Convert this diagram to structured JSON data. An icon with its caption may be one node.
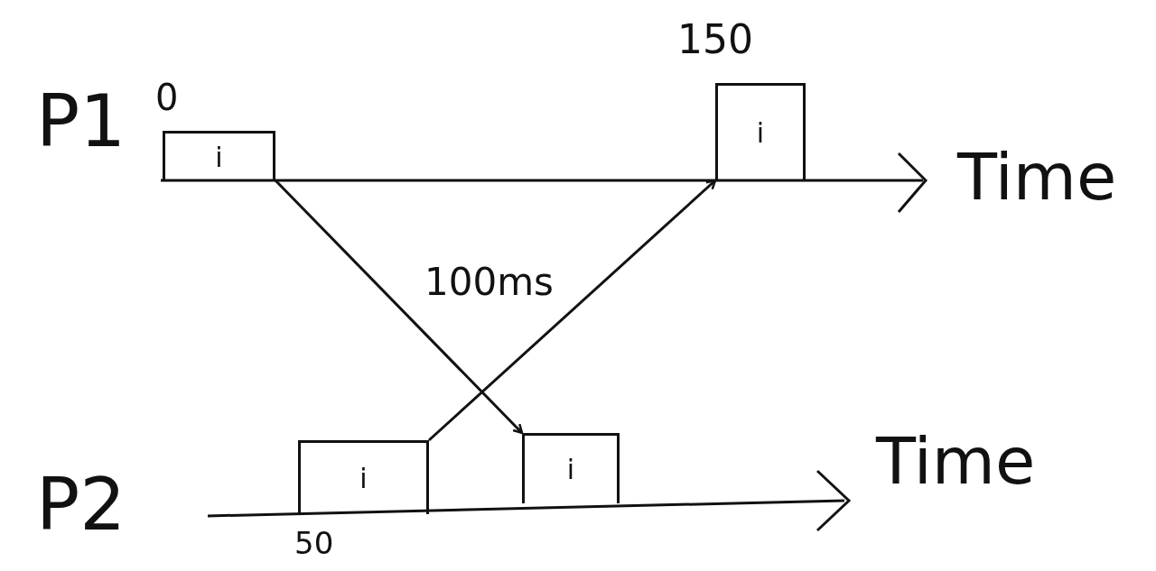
{
  "diagram": {
    "nodes": [
      {
        "text": [
          "i"
        ],
        "beside": [
          "0"
        ]
      },
      {
        "text": [
          "i"
        ],
        "beside": [
          "150"
        ]
      },
      {
        "text": [
          "i"
        ],
        "beside": [
          "50"
        ]
      },
      {
        "text": [
          "i"
        ]
      }
    ],
    "edges": [
      {
        "from": 0,
        "to": 3,
        "arrow": "to"
      },
      {
        "from": 2,
        "to": 1,
        "arrow": "to"
      }
    ],
    "labels": [
      "P1",
      "Time",
      "100ms",
      "P2",
      "Time"
    ]
  }
}
